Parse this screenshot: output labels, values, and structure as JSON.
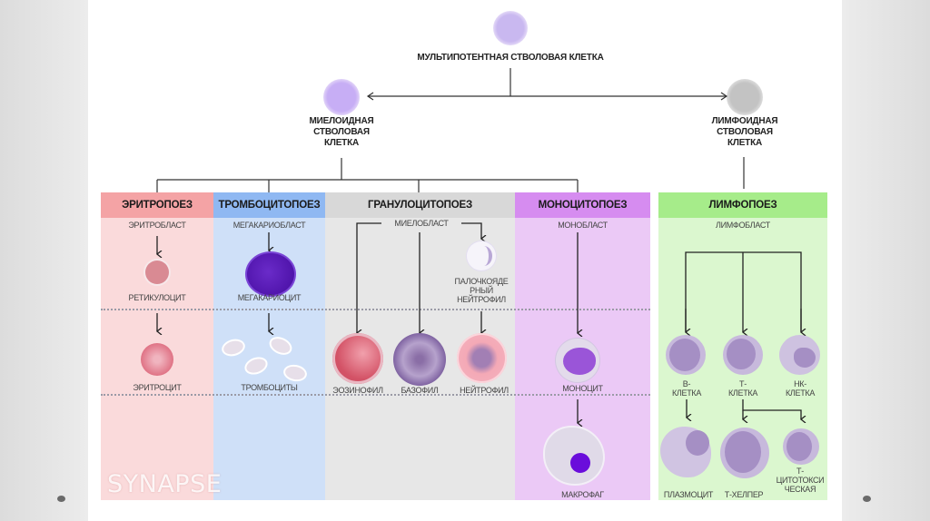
{
  "diagram": {
    "root": {
      "label": "МУЛЬТИПОТЕНТНАЯ СТВОЛОВАЯ КЛЕТКА"
    },
    "myeloid": {
      "label_lines": [
        "МИЕЛОИДНАЯ",
        "СТВОЛОВАЯ",
        "КЛЕТКА"
      ]
    },
    "lymphoid": {
      "label_lines": [
        "ЛИМФОИДНАЯ",
        "СТВОЛОВАЯ",
        "КЛЕТКА"
      ]
    },
    "columns": [
      {
        "id": "erythro",
        "header": "ЭРИТРОПОЕЗ",
        "header_color": "#f4a3a5",
        "bg_color": "#fadadb",
        "cells": [
          "ЭРИТРОБЛАСТ",
          "РЕТИКУЛОЦИТ",
          "ЭРИТРОЦИТ"
        ]
      },
      {
        "id": "thrombo",
        "header": "ТРОМБОЦИТОПОЕЗ",
        "header_color": "#8fb8f2",
        "bg_color": "#cfe0f8",
        "cells": [
          "МЕГАКАРИОБЛАСТ",
          "МЕГАКАРИОЦИТ",
          "ТРОМБОЦИТЫ"
        ]
      },
      {
        "id": "granulo",
        "header": "ГРАНУЛОЦИТОПОЕЗ",
        "header_color": "#d8d8d8",
        "bg_color": "#e7e7e7",
        "cells": [
          "МИЕЛОБЛАСТ",
          [
            "ПАЛОЧКОЯДЕ",
            "РНЫЙ",
            "НЕЙТРОФИЛ"
          ],
          "ЭОЗИНОФИЛ",
          "БАЗОФИЛ",
          "НЕЙТРОФИЛ"
        ]
      },
      {
        "id": "mono",
        "header": "МОНОЦИТОПОЕЗ",
        "header_color": "#d68cf0",
        "bg_color": "#ebc9f6",
        "cells": [
          "МОНОБЛАСТ",
          "МОНОЦИТ",
          "МАКРОФАГ"
        ]
      },
      {
        "id": "lympho",
        "header": "ЛИМФОПОЕЗ",
        "header_color": "#a6ec8a",
        "bg_color": "#dbf7cf",
        "cells": [
          "ЛИМФОБЛАСТ",
          [
            "В-",
            "КЛЕТКА"
          ],
          [
            "Т-",
            "КЛЕТКА"
          ],
          [
            "НК-",
            "КЛЕТКА"
          ],
          "ПЛАЗМОЦИТ",
          "Т-ХЕЛПЕР",
          [
            "Т-",
            "ЦИТОТОКСИ",
            "ЧЕСКАЯ"
          ]
        ]
      }
    ],
    "watermark": "SYNAPSE"
  }
}
